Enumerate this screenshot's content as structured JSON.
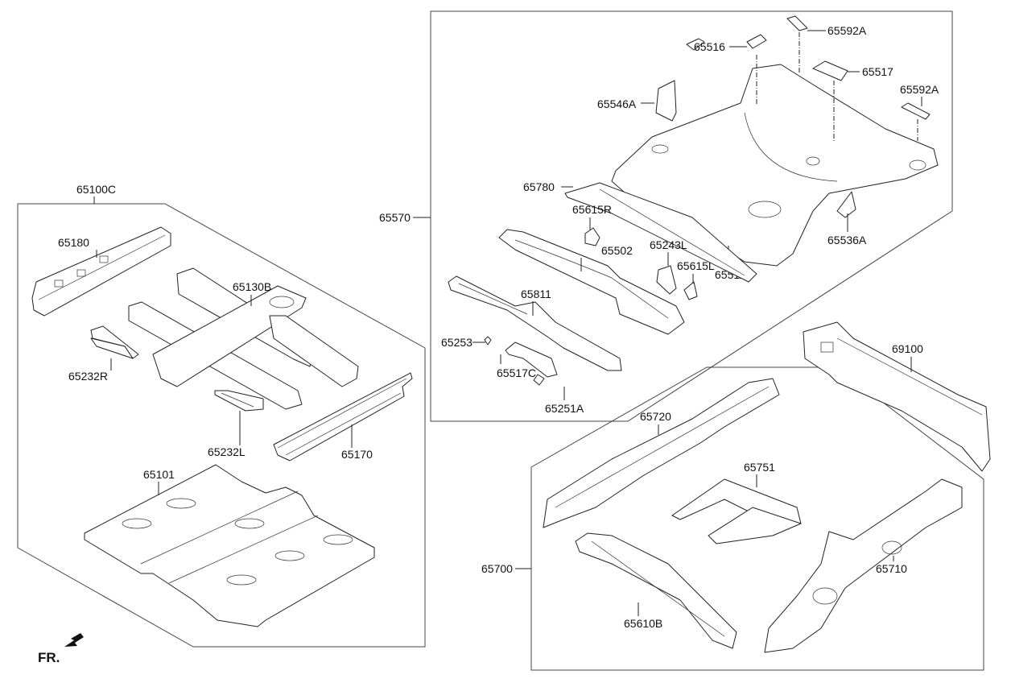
{
  "diagram": {
    "groups": {
      "front_floor": "65100C",
      "rear_floor": "65570",
      "rear_members": "65700"
    },
    "parts": {
      "p65180": "65180",
      "p65130B": "65130B",
      "p65232R": "65232R",
      "p65232L": "65232L",
      "p65170": "65170",
      "p65101": "65101",
      "p65516": "65516",
      "p65592A_1": "65592A",
      "p65517": "65517",
      "p65592A_2": "65592A",
      "p65546A": "65546A",
      "p65780": "65780",
      "p65615R": "65615R",
      "p65502": "65502",
      "p65243L": "65243L",
      "p65615L": "65615L",
      "p65536A": "65536A",
      "p65511": "65511",
      "p65811": "65811",
      "p65253": "65253",
      "p65517C": "65517C",
      "p65251A": "65251A",
      "p69100": "69100",
      "p65720": "65720",
      "p65751": "65751",
      "p65710": "65710",
      "p65610B": "65610B"
    },
    "direction_label": "FR.",
    "direction_icon": "arrow-front-left-icon"
  }
}
